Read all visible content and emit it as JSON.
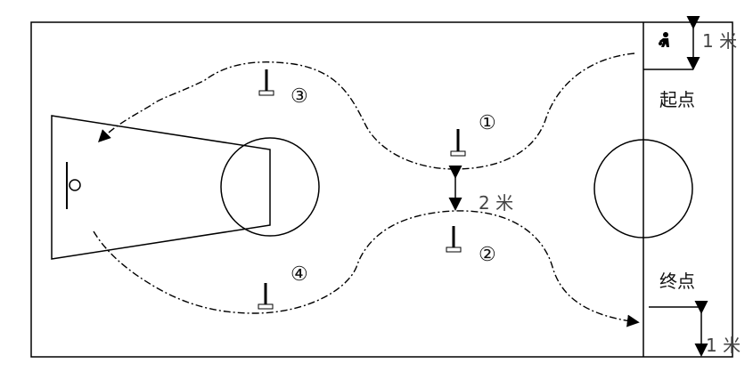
{
  "cones": [
    {
      "id": "1",
      "label": "①"
    },
    {
      "id": "2",
      "label": "②"
    },
    {
      "id": "3",
      "label": "③"
    },
    {
      "id": "4",
      "label": "④"
    }
  ],
  "labels": {
    "start": "起点",
    "end": "终点",
    "start_distance": "1 米",
    "end_distance": "1 米",
    "gap_distance": "2 米"
  },
  "icons": {
    "runner": "runner-icon",
    "cone": "cone-marker-icon",
    "arrow": "arrowhead-icon"
  },
  "colors": {
    "line": "#000000",
    "muted_text": "#555555"
  }
}
